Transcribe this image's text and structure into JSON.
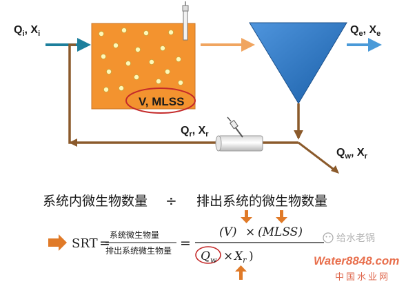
{
  "process": {
    "influent_label_q": "Q",
    "influent_label_q_sub": "i",
    "influent_label_sep": ", X",
    "influent_label_x_sub": "i",
    "effluent_label_q": "Q",
    "effluent_label_q_sub": "e",
    "effluent_label_sep": ", X",
    "effluent_label_x_sub": "e",
    "reactor_label": "V, MLSS",
    "return_label_q": "Q",
    "return_label_q_sub": "r",
    "return_label_sep": ", X",
    "return_label_x_sub": "r",
    "waste_label_q": "Q",
    "waste_label_q_sub": "w",
    "waste_label_sep": ", X",
    "waste_label_x_sub": "r"
  },
  "formula": {
    "heading_left": "系统内微生物数量",
    "heading_operator": "÷",
    "heading_right": "排出系统的微生物数量",
    "srt_label": "SRT",
    "equals": "=",
    "ratio_numerator": "系统微生物量",
    "ratio_denominator": "排出系统微生物量",
    "equals_2": "=",
    "num_open_v": "(V)",
    "num_times": "×",
    "num_mlss": "(MLSS)",
    "den_q": "Q",
    "den_q_sub": "w",
    "den_times": "×",
    "den_x": "X",
    "den_x_sub": "r",
    "den_close": ")"
  },
  "watermark": {
    "wechat_text": "给水老锅",
    "site_text": "Water8848.com",
    "site_cn": "中国水业网"
  },
  "colors": {
    "reactor_fill": "#f3932f",
    "clarifier_fill": "#2d7ac9",
    "pipe_brown": "#8b5a2b",
    "influent_arrow": "#1d7f9c",
    "effluent_arrow": "#4a9ad8",
    "highlight_red": "#c42a2a",
    "arrow_orange": "#e07a28"
  },
  "particle_count": 18
}
